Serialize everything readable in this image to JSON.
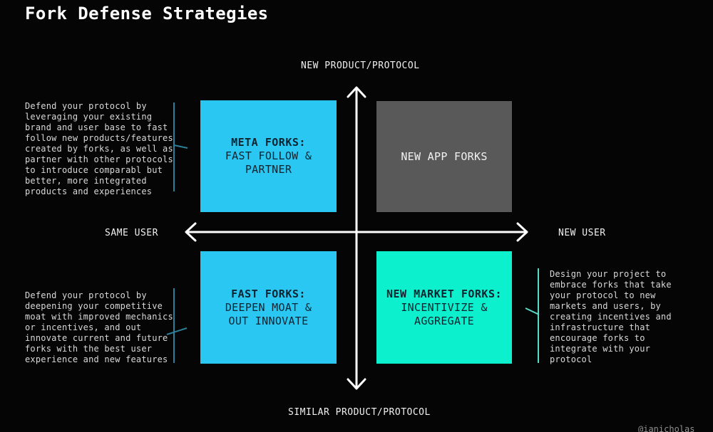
{
  "title": "Fork Defense Strategies",
  "colors": {
    "background": "#050505",
    "cyan_box": "#2bc7f3",
    "mint_box": "#0cf0cd",
    "gray_box": "#595959",
    "dark_box_text": "#0c2430",
    "gray_box_text": "#f2f2f2",
    "arrow": "#ffffff",
    "bracket_blue": "#2e7f99",
    "bracket_teal": "#55dcc8"
  },
  "axes": {
    "top": "NEW PRODUCT/PROTOCOL",
    "bottom": "SIMILAR PRODUCT/PROTOCOL",
    "left": "SAME USER",
    "right": "NEW USER"
  },
  "quadrants": {
    "top_left": {
      "heading": "META FORKS:",
      "body": [
        "FAST FOLLOW &",
        "PARTNER"
      ]
    },
    "top_right": {
      "heading": "",
      "body": [
        "NEW APP FORKS"
      ]
    },
    "bottom_left": {
      "heading": "FAST FORKS:",
      "body": [
        "DEEPEN MOAT &",
        "OUT INNOVATE"
      ]
    },
    "bottom_right": {
      "heading": "NEW MARKET FORKS:",
      "body": [
        "INCENTIVIZE &",
        "AGGREGATE"
      ]
    }
  },
  "annotations": {
    "meta_forks": [
      "Defend your protocol by",
      "leveraging your existing",
      "brand and user base to fast",
      "follow new products/features",
      "created by forks, as well as",
      "partner with other protocols",
      "to introduce comparabl but",
      "better, more integrated",
      "products and experiences"
    ],
    "fast_forks": [
      "Defend your protocol by",
      "deepening your competitive",
      "moat with improved mechanics",
      "or incentives, and out",
      "innovate current and future",
      "forks with the best user",
      "experience and new features"
    ],
    "new_market_forks": [
      "Design your project to",
      "embrace forks that take",
      "your protocol to new",
      "markets and users, by",
      "creating incentives and",
      "infrastructure that",
      "encourage forks to",
      "integrate with your",
      "protocol"
    ]
  },
  "credit": "@ianicholas"
}
